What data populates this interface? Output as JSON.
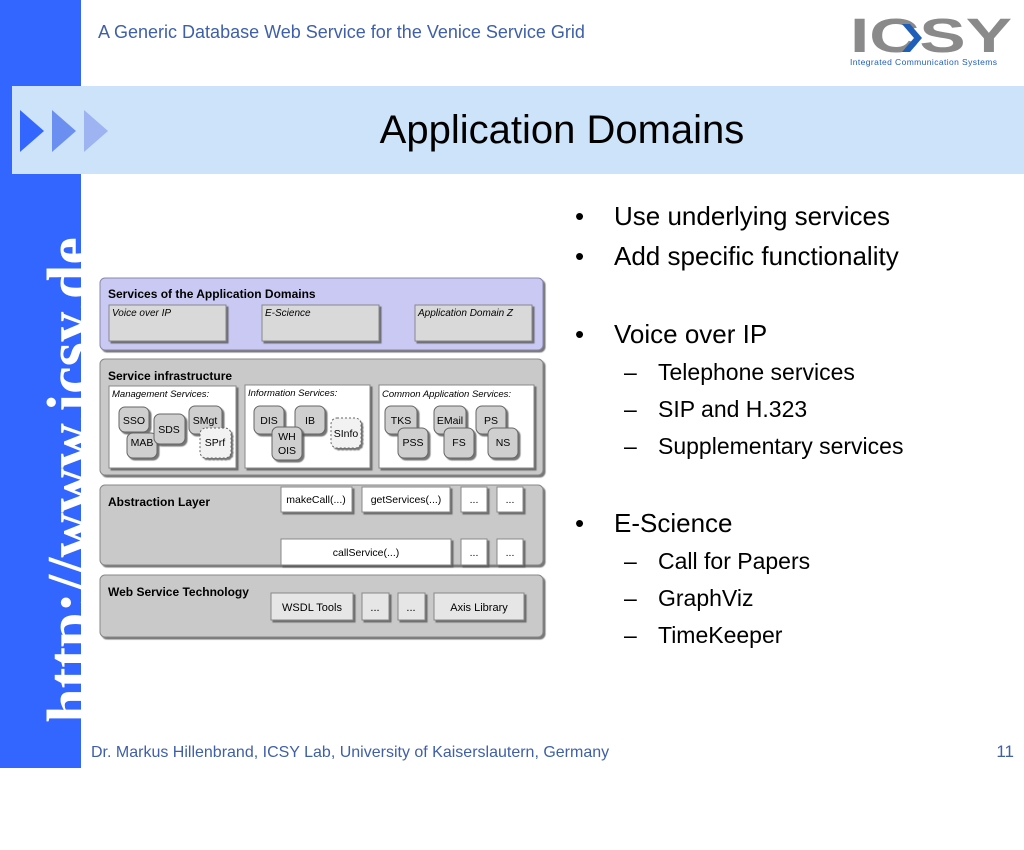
{
  "header": {
    "title": "A Generic Database Web Service for the Venice Service Grid"
  },
  "logo": {
    "text": "ICSY",
    "subtitle": "Integrated Communication Systems"
  },
  "sidebar": {
    "url": "http://www.icsy.de"
  },
  "slide": {
    "title": "Application Domains"
  },
  "bullets": [
    {
      "text": "Use underlying services",
      "subs": []
    },
    {
      "text": "Add specific functionality",
      "subs": []
    },
    {
      "text": "Voice over IP",
      "subs": [
        "Telephone services",
        "SIP and H.323",
        "Supplementary services"
      ]
    },
    {
      "text": "E-Science",
      "subs": [
        "Call for Papers",
        "GraphViz",
        "TimeKeeper"
      ]
    }
  ],
  "diagram": {
    "app_domains": {
      "title": "Services of the Application Domains",
      "boxes": [
        "Voice over IP",
        "E-Science",
        "Application Domain Z"
      ]
    },
    "infrastructure": {
      "title": "Service infrastructure",
      "management": {
        "label": "Management Services:",
        "items": [
          "SSO",
          "SDS",
          "SMgt",
          "MAB",
          "SPrf"
        ]
      },
      "information": {
        "label": "Information Services:",
        "items": [
          "DIS",
          "IB",
          "WH OIS",
          "SInfo"
        ]
      },
      "common": {
        "label": "Common Application Services:",
        "items": [
          "TKS",
          "EMail",
          "PS",
          "PSS",
          "FS",
          "NS"
        ]
      }
    },
    "abstraction": {
      "title": "Abstraction Layer",
      "row1": [
        "makeCall(...)",
        "getServices(...)",
        "...",
        "..."
      ],
      "row2": [
        "callService(...)",
        "...",
        "..."
      ]
    },
    "webservice": {
      "title": "Web Service Technology",
      "items": [
        "WSDL Tools",
        "...",
        "...",
        "Axis Library"
      ]
    }
  },
  "footer": {
    "author": "Dr. Markus Hillenbrand, ICSY Lab, University of Kaiserslautern, Germany",
    "page": "11"
  },
  "colors": {
    "sidebar": "#3366ff",
    "title_band": "#cde3f9",
    "header_text": "#3f5fa8",
    "layer_gray": "#c9c9c9",
    "layer_violet": "#c9c9f4"
  }
}
